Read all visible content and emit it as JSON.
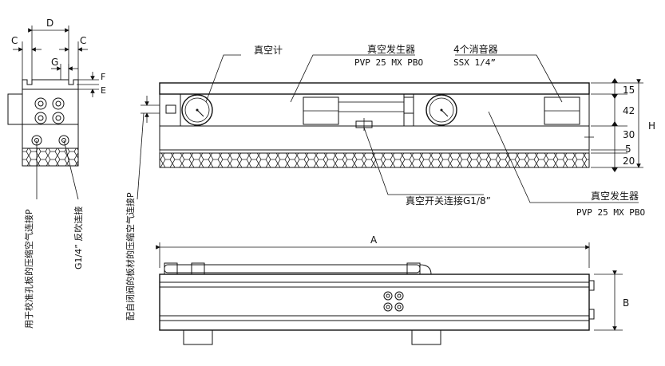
{
  "left_view": {
    "dim_C_left": "C",
    "dim_D": "D",
    "dim_C_right": "C",
    "dim_G": "G",
    "dim_F": "F",
    "dim_E": "E",
    "label_compressed_air_P": "用于校准孔板的压缩空气连接P",
    "label_blowoff": "G1/4” 反吹连接"
  },
  "top_view": {
    "label_vacuum_gauge": "真空计",
    "label_vacuum_generator_top": "真空发生器",
    "label_vacuum_generator_top_model": "PVP 25 MX PBO",
    "label_silencers": "4个消音器",
    "label_silencers_model": "SSX 1/4”",
    "label_switch_connection": "真空开关连接G1/8”",
    "label_vacuum_generator_bottom": "真空发生器",
    "label_vacuum_generator_bottom_model": "PVP 25 MX PBO",
    "label_air_for_plate": "配自闭阀的板材的压缩空气连接P",
    "dim_15": "15",
    "dim_42": "42",
    "dim_30": "30",
    "dim_5": "5",
    "dim_20": "20",
    "dim_H": "H"
  },
  "bottom_view": {
    "dim_A": "A",
    "dim_B": "B"
  }
}
